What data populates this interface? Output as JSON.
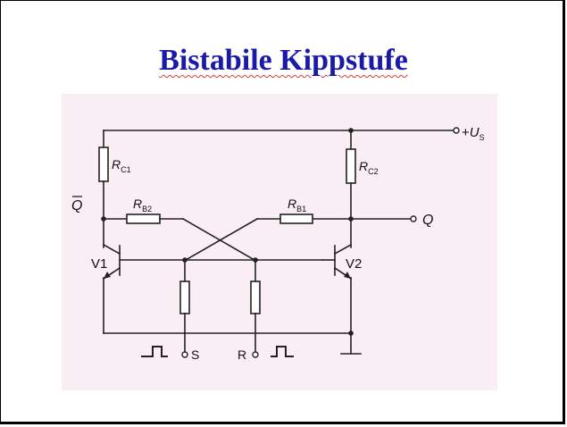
{
  "title": "Bistabile Kippstufe",
  "colors": {
    "title": "#1a1aa8",
    "panel": "#f8eef4",
    "wire": "#222222"
  },
  "labels": {
    "supply_prefix": "+",
    "supply_main": "U",
    "supply_sub": "S",
    "rc1_main": "R",
    "rc1_sub": "C1",
    "rc2_main": "R",
    "rc2_sub": "C2",
    "rb2_main": "R",
    "rb2_sub": "B2",
    "rb1_main": "R",
    "rb1_sub": "B1",
    "q_bar": "Q",
    "q": "Q",
    "v1": "V1",
    "v2": "V2",
    "set": "S",
    "reset": "R"
  }
}
